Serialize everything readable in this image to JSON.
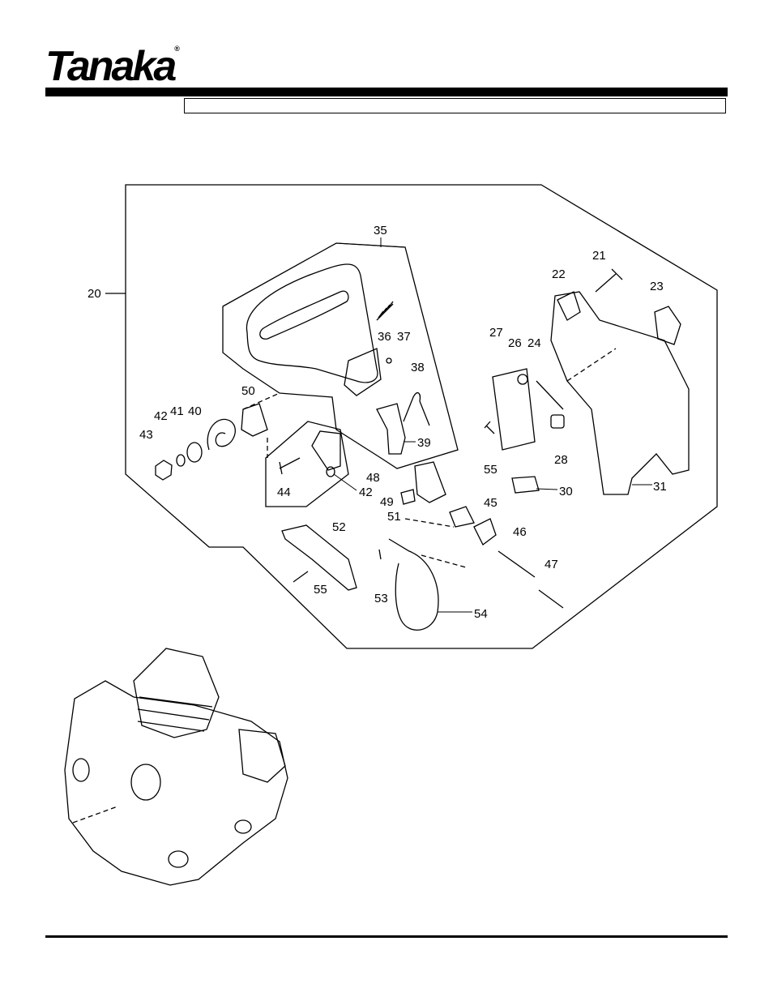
{
  "brand": {
    "logo_text": "Tanaka",
    "registered_mark": "®"
  },
  "callouts": [
    "20",
    "21",
    "22",
    "23",
    "24",
    "26",
    "27",
    "28",
    "30",
    "31",
    "35",
    "36",
    "37",
    "38",
    "39",
    "40",
    "41",
    "42",
    "42",
    "43",
    "44",
    "45",
    "46",
    "47",
    "48",
    "49",
    "50",
    "51",
    "52",
    "53",
    "54",
    "55",
    "55"
  ]
}
